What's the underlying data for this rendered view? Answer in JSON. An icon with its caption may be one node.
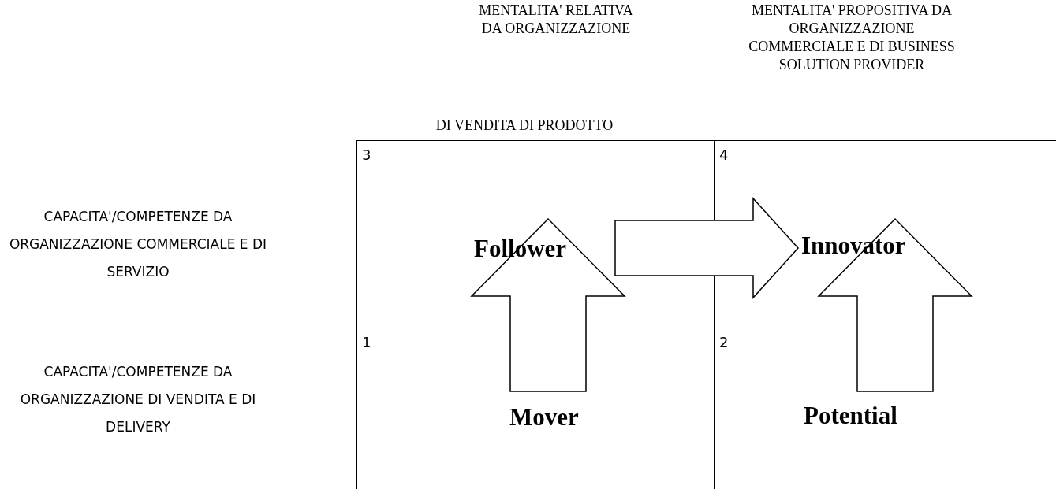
{
  "diagram": {
    "nodes": [
      {
        "text": [
          "3",
          "Follower"
        ]
      },
      {
        "text": [
          "4",
          "Innovator"
        ]
      },
      {
        "text": [
          "1",
          "Mover"
        ]
      },
      {
        "text": [
          "2",
          "Potential"
        ]
      }
    ],
    "edges": [
      {
        "from": 2,
        "to": 0,
        "arrow": "to"
      },
      {
        "from": 3,
        "to": 1,
        "arrow": "to"
      },
      {
        "from": 0,
        "to": 1,
        "arrow": "to"
      }
    ],
    "labels": [
      "MENTALITA' RELATIVA DA ORGANIZZAZIONE",
      "DI VENDITA DI PRODOTTO",
      "MENTALITA' PROPOSITIVA DA ORGANIZZAZIONE COMMERCIALE E DI BUSINESS SOLUTION PROVIDER",
      "CAPACITA'/COMPETENZE DA ORGANIZZAZIONE COMMERCIALE E DI SERVIZIO",
      "CAPACITA'/COMPETENZE DA ORGANIZZAZIONE DI VENDITA E DI DELIVERY"
    ]
  }
}
